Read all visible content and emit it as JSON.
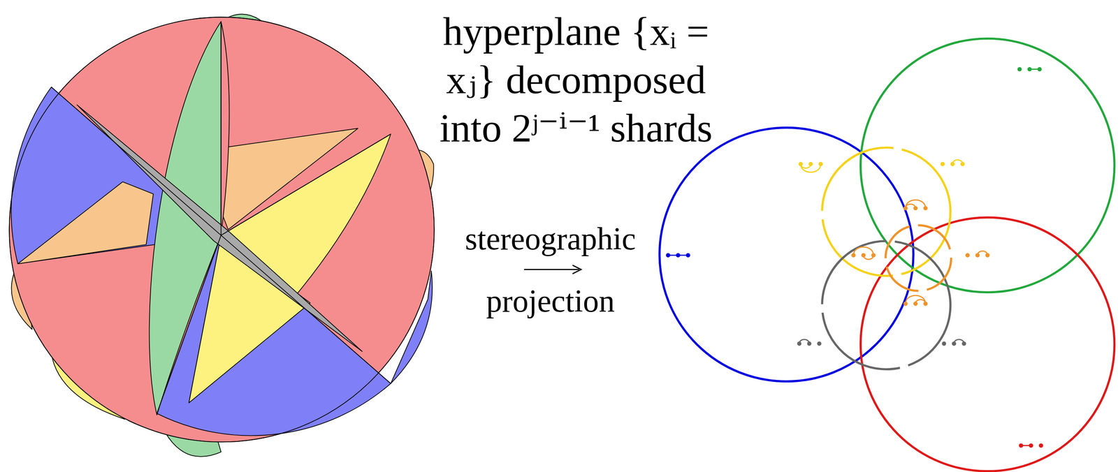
{
  "diagram": {
    "title": "hyperplane {xᵢ = xⱼ} decomposed into 2ʲ⁻ⁱ⁻¹ shards",
    "labels": [
      "stereographic",
      "projection"
    ]
  }
}
